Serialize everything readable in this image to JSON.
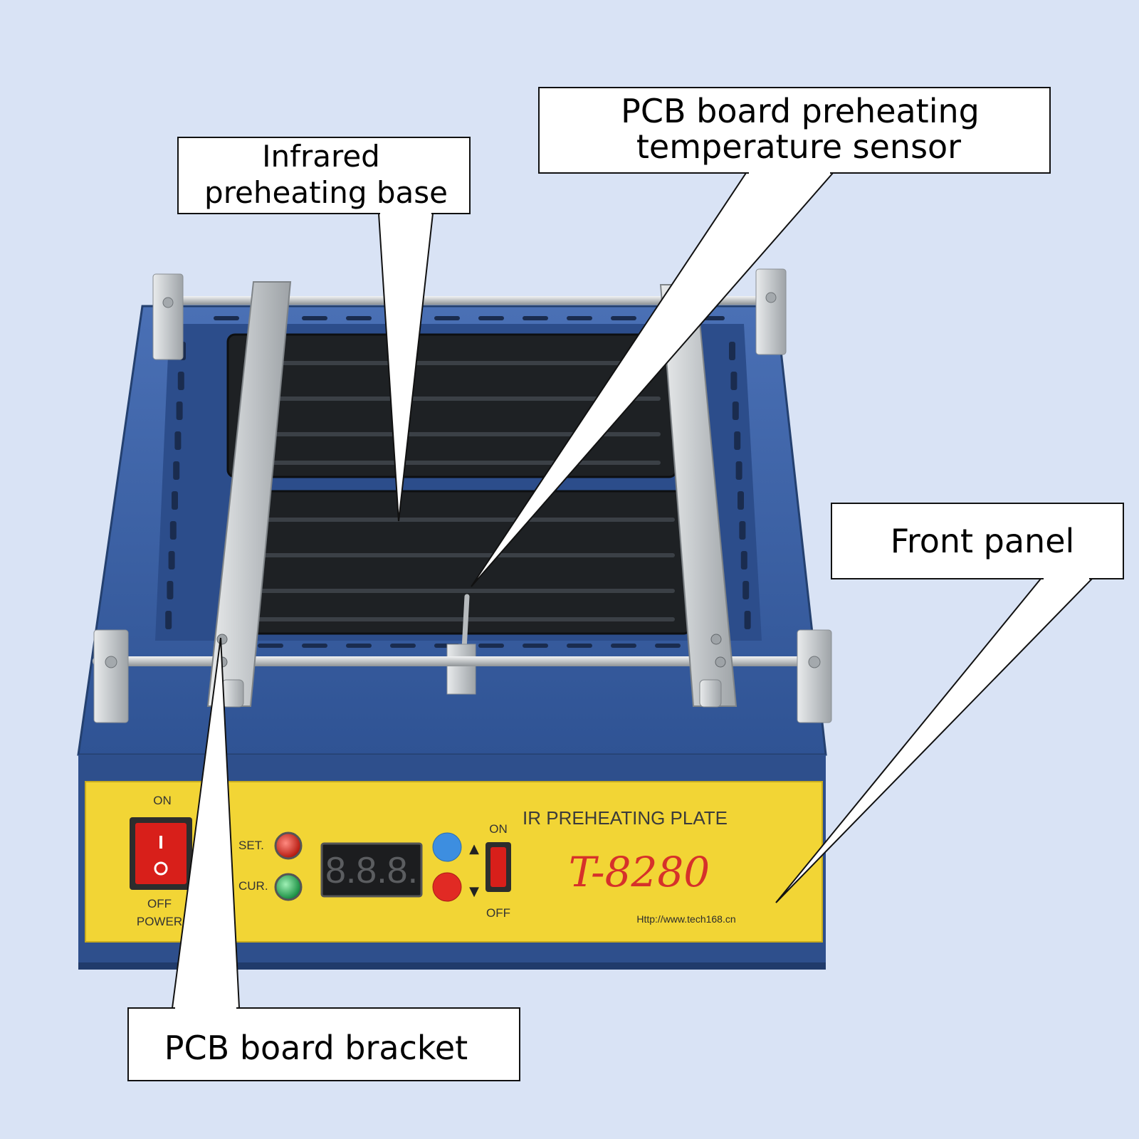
{
  "colors": {
    "background": "#d9e3f5",
    "body_blue": "#3a62a8",
    "front_panel_yellow": "#f2d535",
    "model_red": "#d6312a",
    "heater_black": "#1e2124",
    "bracket_silver": "#c9ccce"
  },
  "callouts": {
    "base": {
      "lines": [
        "Infrared",
        "preheating base"
      ]
    },
    "sensor": {
      "lines": [
        "PCB board preheating",
        "temperature sensor"
      ]
    },
    "front": {
      "lines": [
        "Front panel"
      ]
    },
    "bracket": {
      "lines": [
        "PCB board bracket"
      ]
    }
  },
  "panel": {
    "power_on": "ON",
    "power_off": "OFF",
    "power_label": "POWER",
    "set_label": "SET.",
    "cur_label": "CUR.",
    "display_value": "8.8.8.",
    "title": "IR PREHEATING PLATE",
    "model": "T-8280",
    "url": "Http://www.tech168.cn",
    "switch_on": "ON",
    "switch_off": "OFF",
    "arrow_up": "▲",
    "arrow_down": "▼"
  }
}
